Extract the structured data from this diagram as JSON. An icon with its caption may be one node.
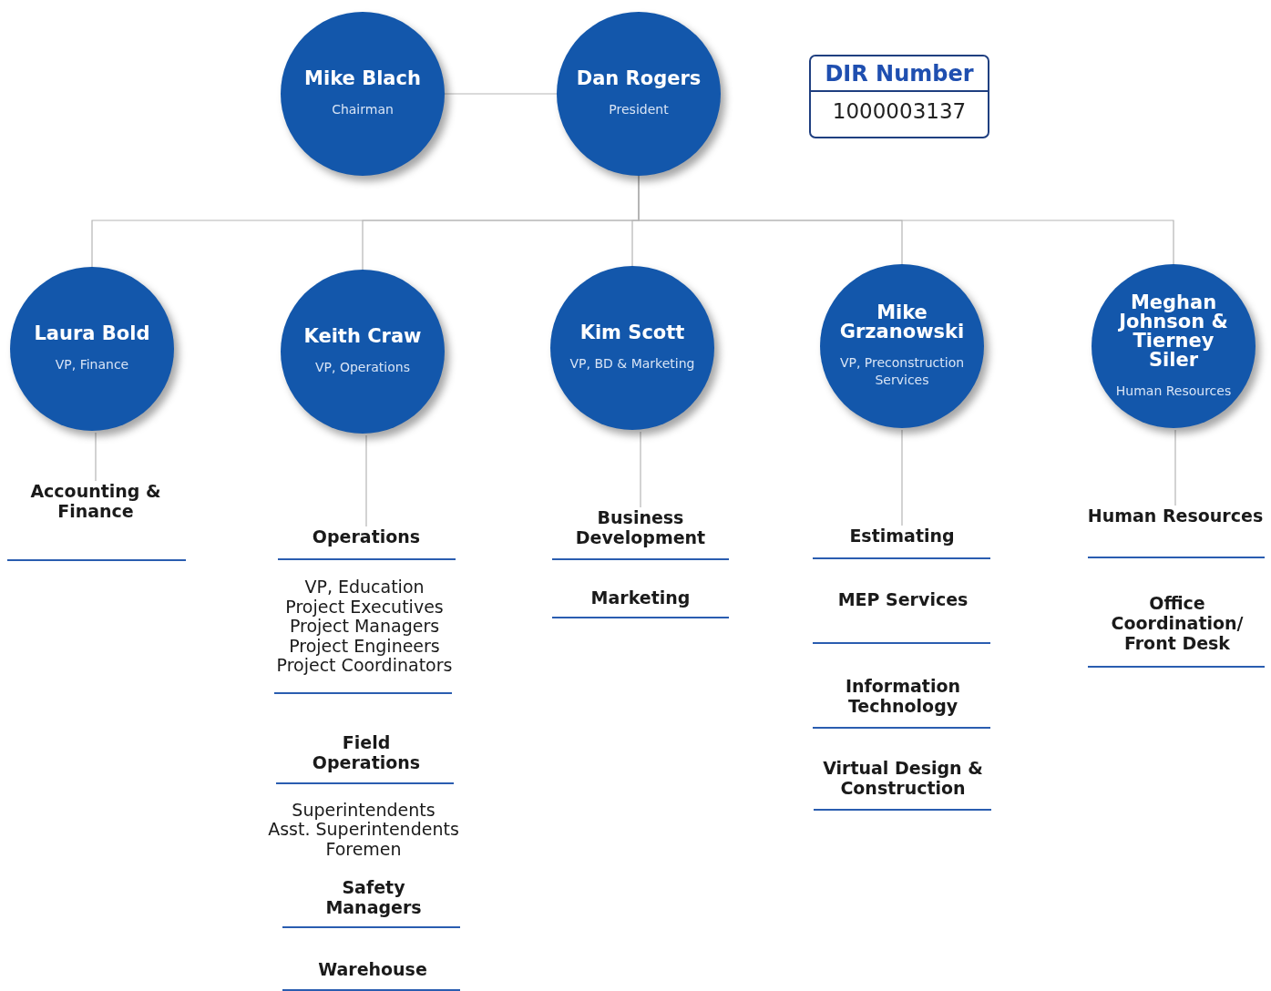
{
  "diagram": {
    "nodes": [
      {
        "text": [
          "Mike Blach",
          "Chairman"
        ]
      },
      {
        "text": [
          "Dan Rogers",
          "President"
        ]
      },
      {
        "text": [
          "DIR Number",
          "1000003137"
        ]
      },
      {
        "text": [
          "Laura Bold",
          "VP, Finance"
        ]
      },
      {
        "text": [
          "Keith Craw",
          "VP, Operations"
        ]
      },
      {
        "text": [
          "Kim Scott",
          "VP, BD & Marketing"
        ]
      },
      {
        "text": [
          "Mike Grzanowski",
          "VP, Preconstruction Services"
        ]
      },
      {
        "text": [
          "Meghan Johnson & Tierney Siler",
          "Human Resources"
        ]
      },
      {
        "text": [
          "Accounting & Finance"
        ]
      },
      {
        "text": [
          "Operations"
        ]
      },
      {
        "text": [
          "Business Development"
        ]
      },
      {
        "text": [
          "Estimating"
        ]
      },
      {
        "text": [
          "Human Resources"
        ]
      }
    ],
    "edges": [
      {
        "from": 0,
        "to": 1,
        "arrow": "none"
      },
      {
        "from": 1,
        "to": 3,
        "arrow": "none"
      },
      {
        "from": 1,
        "to": 4,
        "arrow": "none"
      },
      {
        "from": 1,
        "to": 5,
        "arrow": "none"
      },
      {
        "from": 1,
        "to": 6,
        "arrow": "none"
      },
      {
        "from": 1,
        "to": 7,
        "arrow": "none"
      },
      {
        "from": 3,
        "to": 8,
        "arrow": "none"
      },
      {
        "from": 4,
        "to": 9,
        "arrow": "none"
      },
      {
        "from": 5,
        "to": 10,
        "arrow": "none"
      },
      {
        "from": 6,
        "to": 11,
        "arrow": "none"
      },
      {
        "from": 7,
        "to": 12,
        "arrow": "none"
      }
    ],
    "labels": [
      "VP, Education",
      "Project Executives",
      "Project Managers",
      "Project Engineers",
      "Project Coordinators",
      "Field Operations",
      "Superintendents",
      "Asst. Superintendents",
      "Foremen",
      "Safety Managers",
      "Warehouse",
      "Marketing",
      "MEP Services",
      "Information Technology",
      "Virtual Design & Construction",
      "Office Coordination/ Front Desk"
    ]
  }
}
